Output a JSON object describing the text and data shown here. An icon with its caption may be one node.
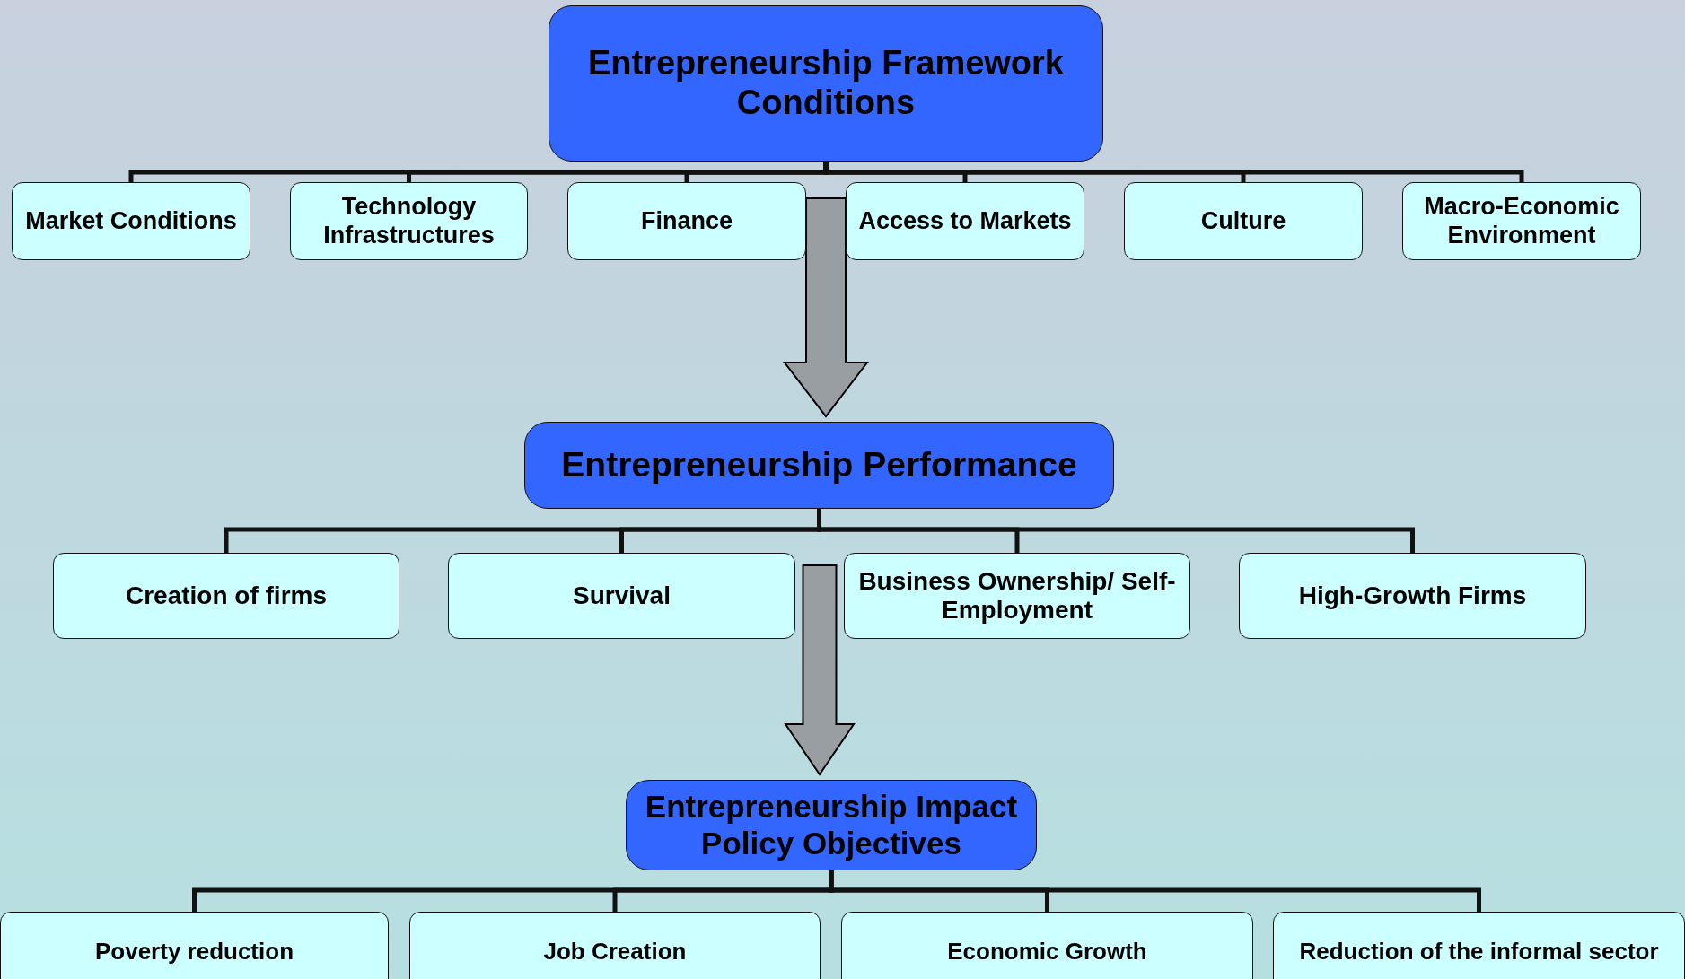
{
  "diagram": {
    "nodes": [
      {
        "text": [
          "Entrepreneurship Framework Conditions"
        ]
      },
      {
        "text": [
          "Market Conditions"
        ]
      },
      {
        "text": [
          "Technology Infrastructures"
        ]
      },
      {
        "text": [
          "Finance"
        ]
      },
      {
        "text": [
          "Access to Markets"
        ]
      },
      {
        "text": [
          "Culture"
        ]
      },
      {
        "text": [
          "Macro-Economic Environment"
        ]
      },
      {
        "text": [
          "Entrepreneurship Performance"
        ]
      },
      {
        "text": [
          "Creation of firms"
        ]
      },
      {
        "text": [
          "Survival"
        ]
      },
      {
        "text": [
          "Business Ownership/ Self-Employment"
        ]
      },
      {
        "text": [
          "High-Growth Firms"
        ]
      },
      {
        "text": [
          "Entrepreneurship Impact Policy Objectives"
        ]
      },
      {
        "text": [
          "Poverty reduction"
        ]
      },
      {
        "text": [
          "Job Creation"
        ]
      },
      {
        "text": [
          "Economic Growth"
        ]
      },
      {
        "text": [
          "Reduction of the informal sector"
        ]
      }
    ],
    "edges": [
      {
        "from": 0,
        "to": 1,
        "arrow": "none"
      },
      {
        "from": 0,
        "to": 2,
        "arrow": "none"
      },
      {
        "from": 0,
        "to": 3,
        "arrow": "none"
      },
      {
        "from": 0,
        "to": 4,
        "arrow": "none"
      },
      {
        "from": 0,
        "to": 5,
        "arrow": "none"
      },
      {
        "from": 0,
        "to": 6,
        "arrow": "none"
      },
      {
        "from": 0,
        "to": 7,
        "arrow": "to",
        "style": "thick",
        "color": "#999ea3"
      },
      {
        "from": 7,
        "to": 8,
        "arrow": "none"
      },
      {
        "from": 7,
        "to": 9,
        "arrow": "none"
      },
      {
        "from": 7,
        "to": 10,
        "arrow": "none"
      },
      {
        "from": 7,
        "to": 11,
        "arrow": "none"
      },
      {
        "from": 7,
        "to": 12,
        "arrow": "to",
        "style": "thick",
        "color": "#999ea3"
      },
      {
        "from": 12,
        "to": 13,
        "arrow": "none"
      },
      {
        "from": 12,
        "to": 14,
        "arrow": "none"
      },
      {
        "from": 12,
        "to": 15,
        "arrow": "none"
      },
      {
        "from": 12,
        "to": 16,
        "arrow": "none"
      }
    ]
  }
}
